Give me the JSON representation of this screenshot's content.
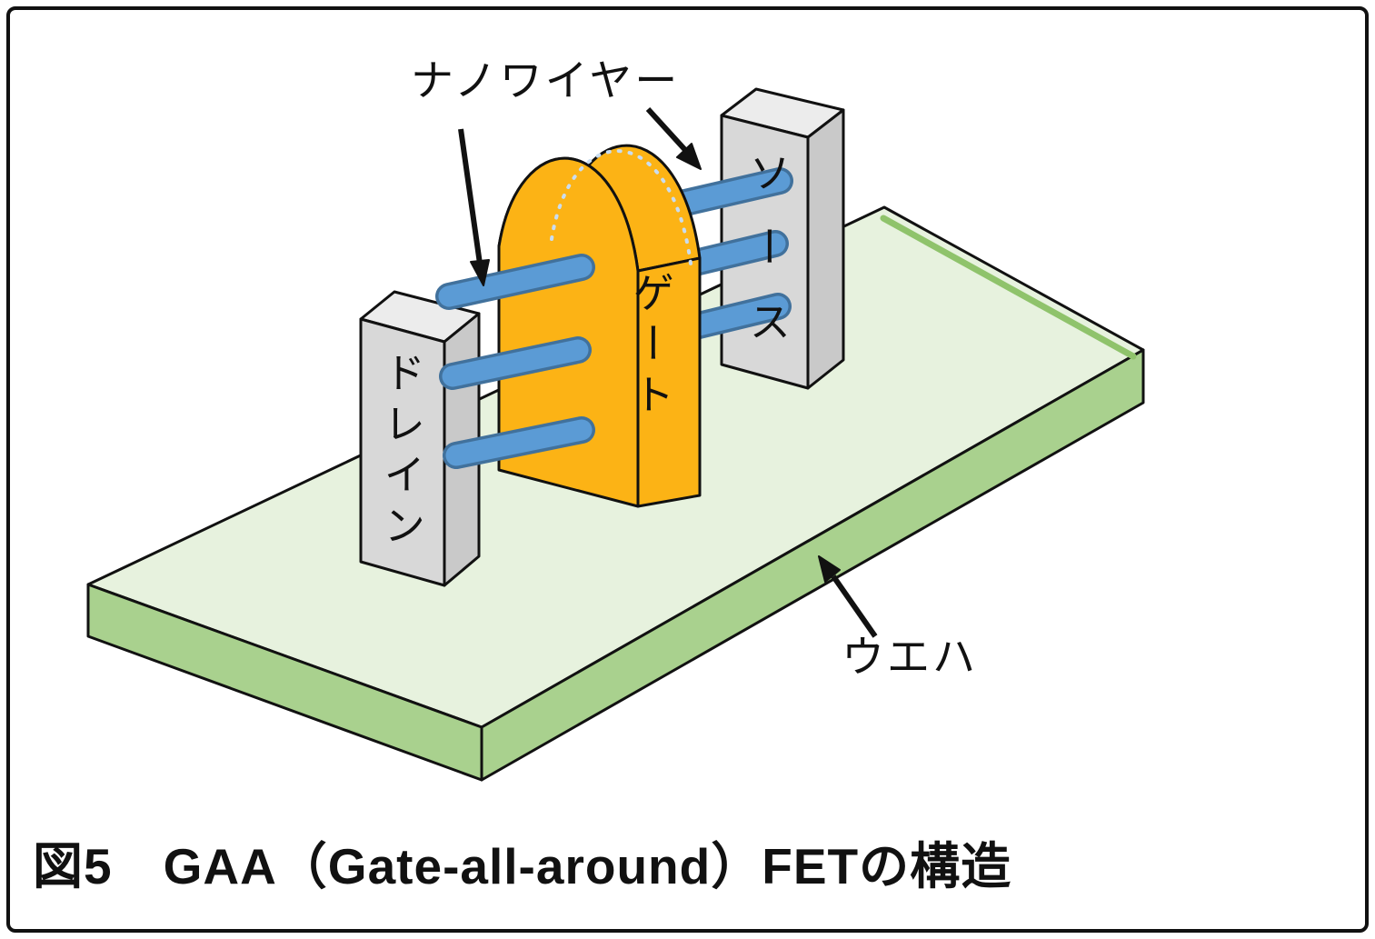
{
  "figure": {
    "caption": "図5　GAA（Gate-all-around）FETの構造"
  },
  "diagram": {
    "labels": {
      "nanowire": "ナノワイヤー",
      "drain": "ドレイン",
      "gate": "ゲート",
      "source": "ソース",
      "wafer": "ウエハ"
    },
    "colors": {
      "outline": "#111111",
      "wafer_top": "#e7f2de",
      "wafer_side": "#a9d18e",
      "wafer_edge_highlight": "#8fc36b",
      "pillar_front": "#d8d8d8",
      "pillar_top": "#ececec",
      "pillar_side": "#c9c9c9",
      "gate_orange": "#fcb315",
      "nanowire_fill": "#5b9bd5",
      "nanowire_edge": "#41719c",
      "gate_dotted_line": "#c9ddf0"
    }
  }
}
